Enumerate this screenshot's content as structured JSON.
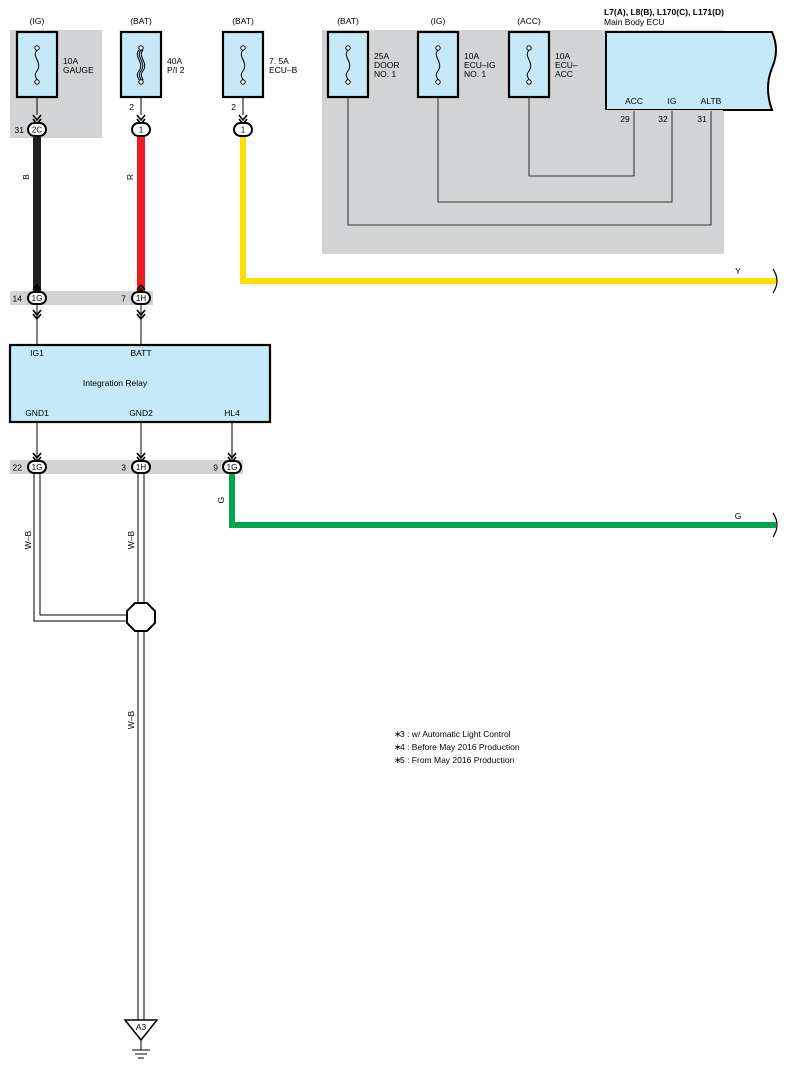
{
  "fuses": {
    "gauge": {
      "supply": "(IG)",
      "rating": "10A",
      "name": "GAUGE"
    },
    "pi2": {
      "supply": "(BAT)",
      "rating": "40A",
      "name": "P/I 2",
      "pin": "2"
    },
    "ecub": {
      "supply": "(BAT)",
      "rating": "7. 5A",
      "name": "ECU–B",
      "pin": "2"
    },
    "door": {
      "supply": "(BAT)",
      "rating": "25A",
      "name1": "DOOR",
      "name2": "NO. 1"
    },
    "ecuig": {
      "supply": "(IG)",
      "rating": "10A",
      "name1": "ECU–IG",
      "name2": "NO. 1"
    },
    "ecuacc": {
      "supply": "(ACC)",
      "rating": "10A",
      "name1": "ECU–",
      "name2": "ACC"
    }
  },
  "ecu": {
    "title": "L7(A), L8(B), L170(C), L171(D)",
    "subtitle": "Main Body ECU",
    "pins": [
      {
        "label": "ACC",
        "num": "29"
      },
      {
        "label": "IG",
        "num": "32"
      },
      {
        "label": "ALTB",
        "num": "31"
      }
    ]
  },
  "connectors_top": [
    {
      "num": "31",
      "code": "2C"
    },
    {
      "code": "1"
    },
    {
      "code": "1"
    }
  ],
  "connectors_mid": [
    {
      "num": "14",
      "code": "1G"
    },
    {
      "num": "7",
      "code": "1H"
    }
  ],
  "connectors_low": [
    {
      "num": "22",
      "code": "1G"
    },
    {
      "num": "3",
      "code": "1H"
    },
    {
      "num": "9",
      "code": "1G"
    }
  ],
  "relay": {
    "name": "Integration Relay",
    "top_pins": [
      "IG1",
      "BATT"
    ],
    "bottom_pins": [
      "GND1",
      "GND2",
      "HL4"
    ]
  },
  "wires": {
    "black": "B",
    "red": "R",
    "yellow": "Y",
    "green": "G",
    "wb1": "W–B",
    "wb2": "W–B",
    "wb3": "W–B"
  },
  "wire_colors": {
    "black": "#231f20",
    "red": "#ed1c24",
    "yellow": "#ffde00",
    "green": "#00a651",
    "grey": "#d1d3d4",
    "light_blue": "#c5e9f8"
  },
  "ground": {
    "label": "A3"
  },
  "notes": [
    "3 : w/ Automatic Light Control",
    "4 : Before May 2016 Production",
    "5 : From May 2016 Production"
  ]
}
